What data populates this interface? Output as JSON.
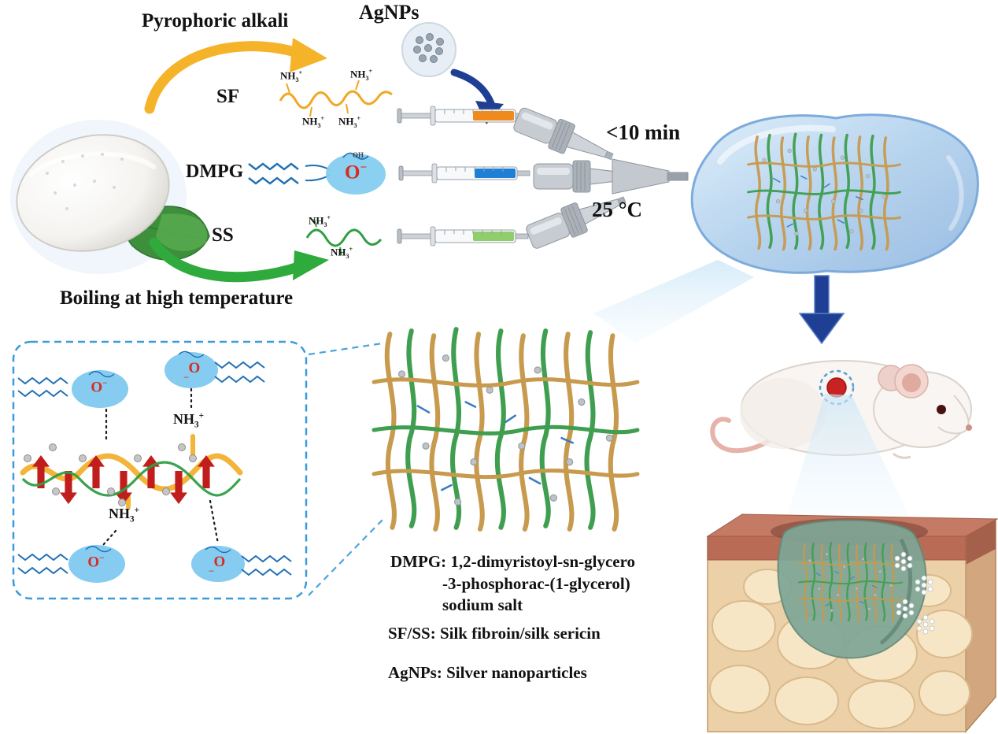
{
  "figure": {
    "labels": {
      "pyrophoric_alkali": "Pyrophoric alkali",
      "boiling": "Boiling at high temperature",
      "agnps_title": "AgNPs",
      "sf": "SF",
      "dmpg": "DMPG",
      "ss": "SS",
      "mix_time": "<10 min",
      "mix_temp": "25 °C"
    },
    "chem": {
      "nh": "NH",
      "three": "3",
      "plus": "+",
      "o": "O",
      "minus": "−",
      "underscore": "_",
      "oh": "OH"
    },
    "legend": {
      "dmpg_line1": "DMPG: 1,2-dimyristoyl-sn-glycero",
      "dmpg_line2": "-3-phosphorac-(1-glycerol)",
      "dmpg_line3": "sodium salt",
      "sfss": "SF/SS: Silk fibroin/silk sericin",
      "agnps": "AgNPs: Silver nanoparticles"
    },
    "colors": {
      "sf_chain": "#f0a823",
      "ss_chain": "#2f9e44",
      "dmpg_chain": "#1f6fb5",
      "arrow_yellow": "#f5b32a",
      "arrow_green": "#2faa3c",
      "arrow_navy": "#1e3f94",
      "hydrogel_blue": "#aacdec",
      "head_ellipse_blue": "#85ccf0",
      "charge_red": "#d92b20",
      "wound_red": "#c92222",
      "fiber_tan": "#c79a4e",
      "fiber_green": "#3f9e4f"
    }
  }
}
